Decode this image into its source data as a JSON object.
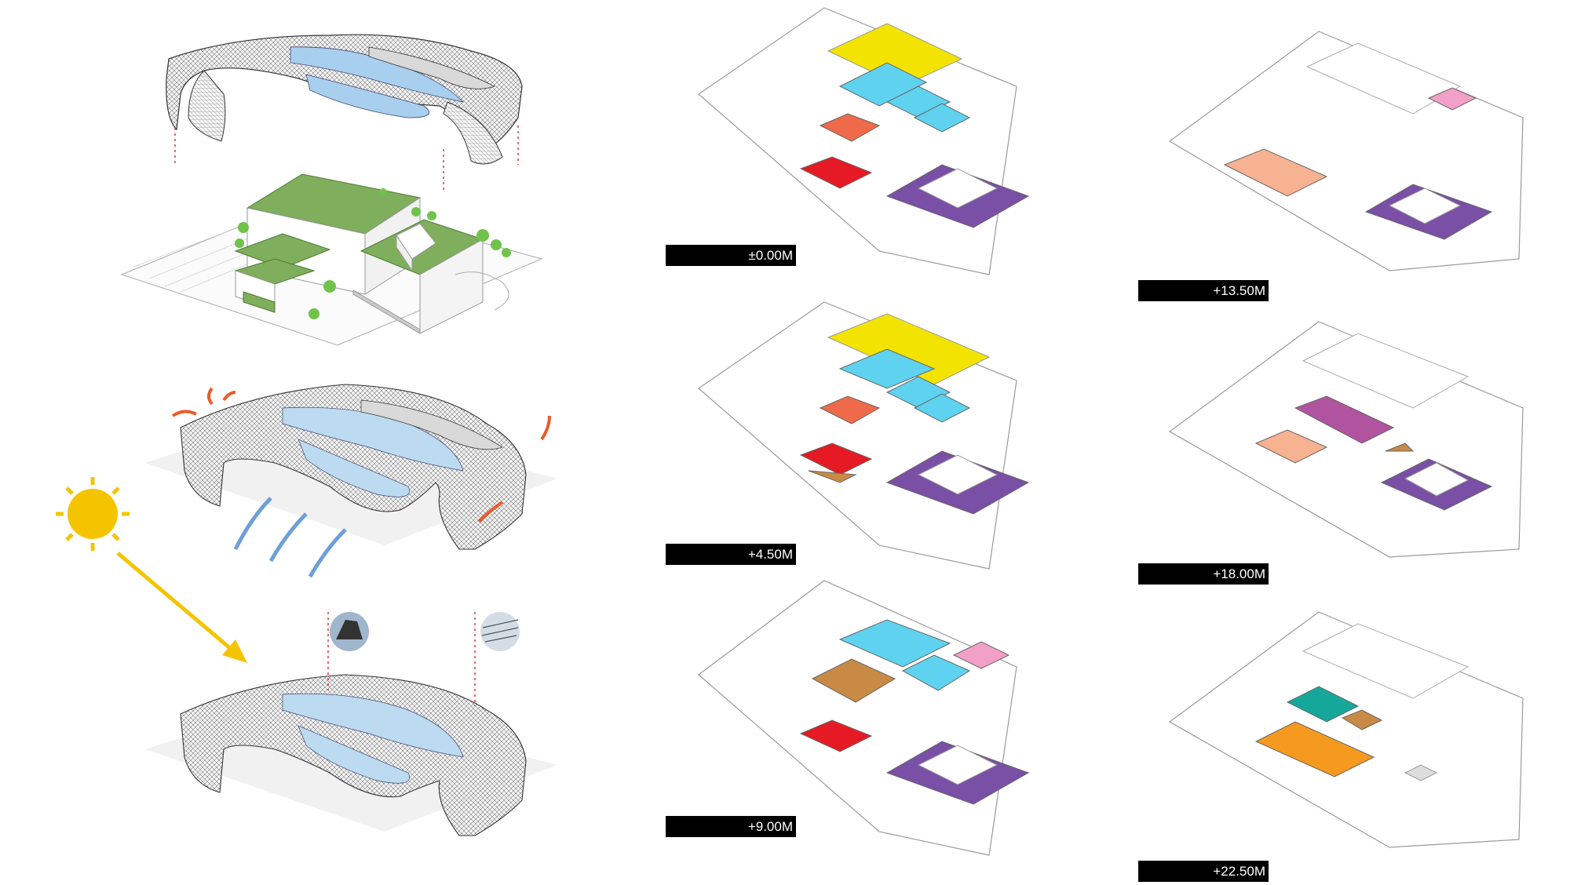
{
  "levels": {
    "l0": "±0.00M",
    "l1": "+4.50M",
    "l2": "+9.00M",
    "l3": "+13.50M",
    "l4": "+18.00M",
    "l5": "+22.50M"
  },
  "colors": {
    "yellow": "#f2e400",
    "cyan": "#5fd2f0",
    "salmon": "#ef6a4a",
    "red": "#e51a24",
    "purple": "#7a4fa6",
    "pink": "#f2a0c8",
    "peach": "#f7b291",
    "magenta": "#b054a0",
    "brown": "#c98a45",
    "teal": "#14a79a",
    "orange": "#f59a1e",
    "green_roof": "#7fae5d",
    "sun": "#f5c400",
    "arrow_blue": "#6da0d6",
    "arrow_red": "#ec5b2a"
  },
  "icons": [
    "sun-icon",
    "airflow-arrow-icon",
    "heat-arrow-icon",
    "material-photo-icon"
  ]
}
